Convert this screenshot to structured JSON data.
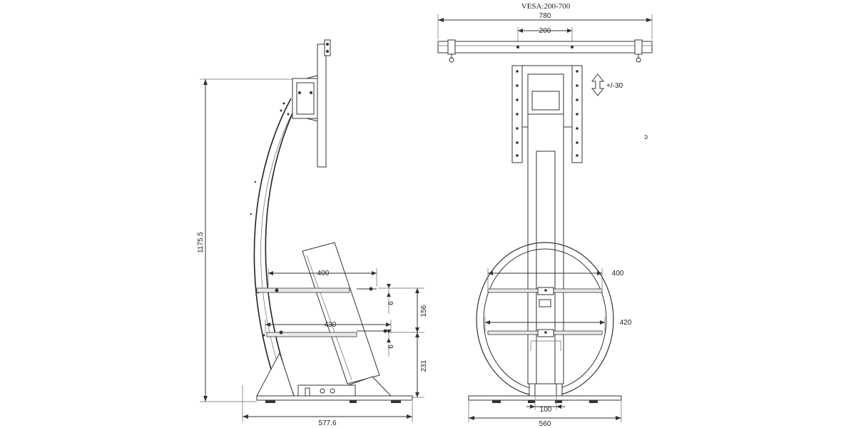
{
  "labels": {
    "side_height": "1175.5",
    "side_depth": "577.6",
    "side_shelf_upper_width": "400",
    "side_shelf_lower_width": "430",
    "side_shelf_upper_thickness": "6",
    "side_shelf_lower_thickness": "6",
    "side_shelf_spacing": "156",
    "side_shelf_base_height": "231",
    "front_vesa": "VESA:200-700",
    "front_bracket_width": "780",
    "front_vesa_spacing": "200",
    "front_height_adjust": "+/-30",
    "front_shelf_upper_width": "400",
    "front_shelf_lower_width": "420",
    "front_column_width": "100",
    "front_base_width": "560",
    "stray_mark": "ɔ"
  }
}
